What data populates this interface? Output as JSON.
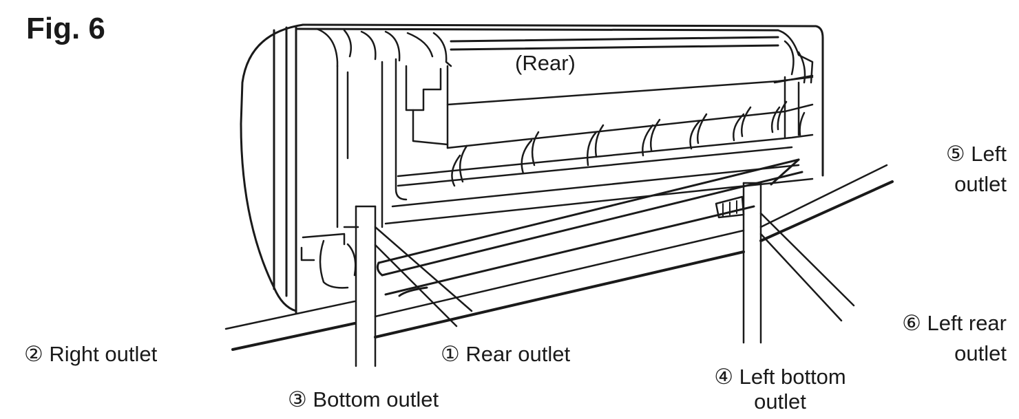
{
  "figure": {
    "title": "Fig. 6",
    "view_label": "(Rear)"
  },
  "outlets": [
    {
      "id": "rear",
      "number": "①",
      "line1": "Rear outlet",
      "line2": ""
    },
    {
      "id": "right",
      "number": "②",
      "line1": "Right outlet",
      "line2": ""
    },
    {
      "id": "bottom",
      "number": "③",
      "line1": "Bottom outlet",
      "line2": ""
    },
    {
      "id": "left-bottom",
      "number": "④",
      "line1": "Left bottom",
      "line2": "outlet"
    },
    {
      "id": "left",
      "number": "⑤",
      "line1": "Left",
      "line2": "outlet"
    },
    {
      "id": "left-rear",
      "number": "⑥",
      "line1": "Left rear",
      "line2": "outlet"
    }
  ],
  "colors": {
    "ink": "#1a1a1a",
    "background": "#ffffff"
  }
}
